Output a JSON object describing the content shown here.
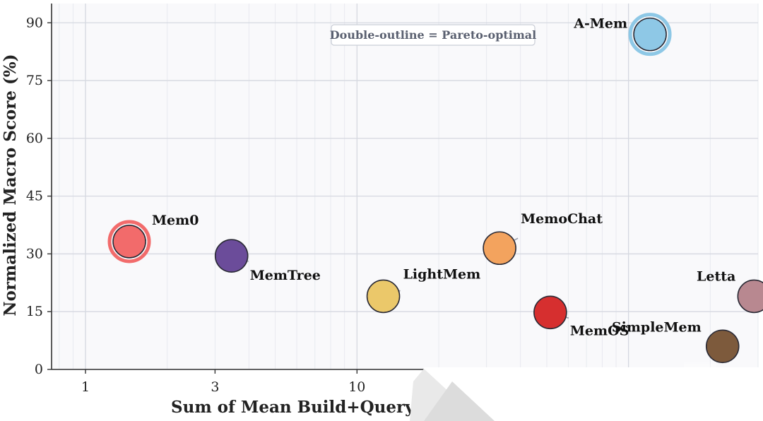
{
  "chart_data": {
    "type": "scatter",
    "title": "",
    "xlabel": "Sum of Mean Build+Query R",
    "ylabel": "Normalized Macro Score (%)",
    "x_scale": "log",
    "xlim": [
      0.75,
      300
    ],
    "ylim": [
      0,
      95
    ],
    "x_ticks": [
      {
        "value": 1,
        "label": "1"
      },
      {
        "value": 3,
        "label": "3"
      },
      {
        "value": 10,
        "label": "10"
      }
    ],
    "y_ticks": [
      {
        "value": 0,
        "label": "0"
      },
      {
        "value": 15,
        "label": "15"
      },
      {
        "value": 30,
        "label": "30"
      },
      {
        "value": 45,
        "label": "45"
      },
      {
        "value": 60,
        "label": "60"
      },
      {
        "value": 75,
        "label": "75"
      },
      {
        "value": 90,
        "label": "90"
      }
    ],
    "grid": true,
    "annotation": "Double-outline = Pareto-optimal",
    "points": [
      {
        "name": "Mem0",
        "x": 1.45,
        "y": 33.2,
        "color": "#f26b6b",
        "pareto": true
      },
      {
        "name": "MemTree",
        "x": 3.45,
        "y": 29.5,
        "color": "#6b4c9a",
        "pareto": false
      },
      {
        "name": "LightMem",
        "x": 12.5,
        "y": 19.0,
        "color": "#ebc86a",
        "pareto": false
      },
      {
        "name": "MemoChat",
        "x": 33.5,
        "y": 31.5,
        "color": "#f3a35e",
        "pareto": false
      },
      {
        "name": "MemOS",
        "x": 51.5,
        "y": 14.8,
        "color": "#d62f2f",
        "pareto": false
      },
      {
        "name": "A-Mem",
        "x": 120,
        "y": 87.0,
        "color": "#8ec8e6",
        "pareto": true
      },
      {
        "name": "SimpleMem",
        "x": 222,
        "y": 6.0,
        "color": "#7d5a3c",
        "pareto": false
      },
      {
        "name": "Letta",
        "x": 290,
        "y": 19.0,
        "color": "#b88890",
        "pareto": false
      }
    ]
  }
}
